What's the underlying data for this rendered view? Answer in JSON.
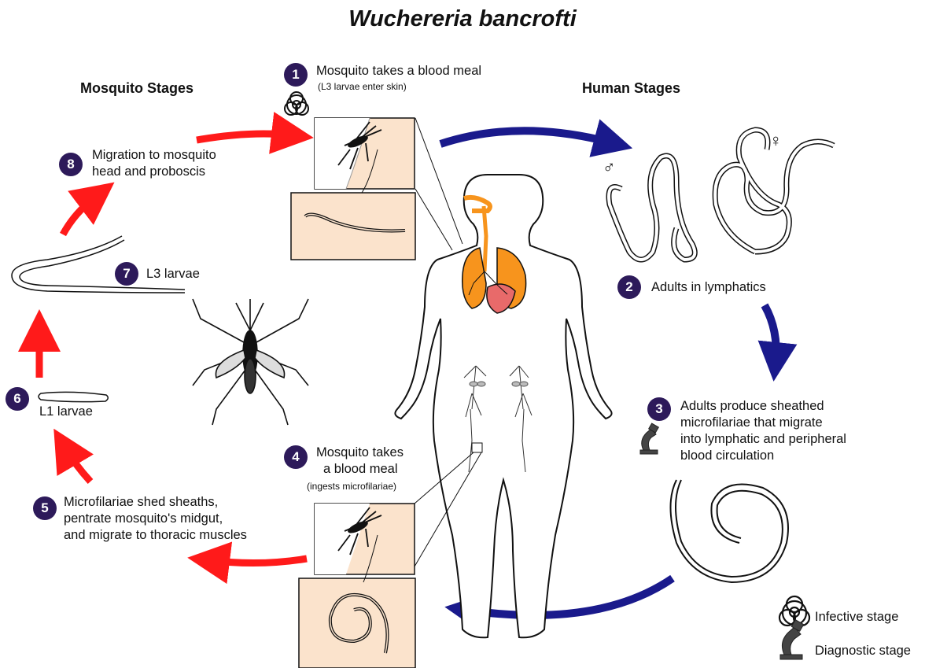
{
  "title": "Wuchereria bancrofti",
  "sections": {
    "mosquito": "Mosquito Stages",
    "human": "Human Stages"
  },
  "steps": [
    {
      "num": "1",
      "text": "Mosquito takes a blood meal",
      "sub": "(L3 larvae enter skin)"
    },
    {
      "num": "2",
      "text": "Adults in lymphatics"
    },
    {
      "num": "3",
      "lines": [
        "Adults produce sheathed",
        "microfilariae that migrate",
        "into lymphatic and peripheral",
        "blood circulation"
      ]
    },
    {
      "num": "4",
      "lines": [
        "Mosquito takes",
        "a blood meal"
      ],
      "sub": "(ingests microfilariae)"
    },
    {
      "num": "5",
      "lines": [
        "Microfilariae shed sheaths,",
        "pentrate mosquito's midgut,",
        "and migrate to thoracic muscles"
      ]
    },
    {
      "num": "6",
      "text": "L1 larvae"
    },
    {
      "num": "7",
      "text": "L3 larvae"
    },
    {
      "num": "8",
      "lines": [
        "Migration to mosquito",
        "head and proboscis"
      ]
    }
  ],
  "sex_symbols": {
    "male": "♂",
    "female": "♀"
  },
  "legend": {
    "infective": "Infective stage",
    "diagnostic": "Diagnostic stage"
  },
  "colors": {
    "badge": "#2d1a5a",
    "mosquito_arrow": "#ff1a1a",
    "human_arrow": "#1a1a8c",
    "skin_panel": "#fbe3cc",
    "organs": "#f7941d"
  }
}
